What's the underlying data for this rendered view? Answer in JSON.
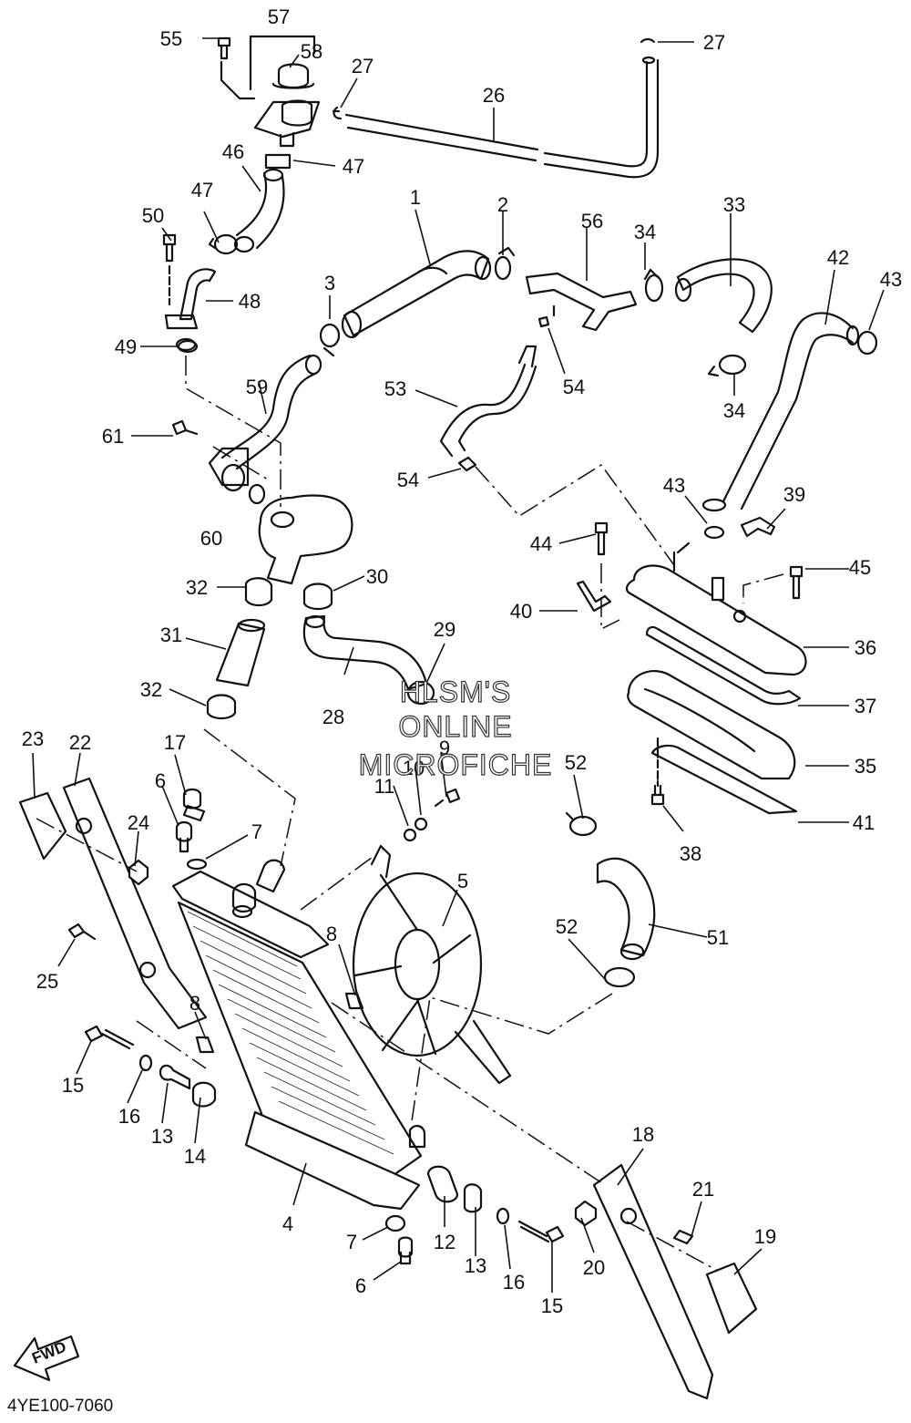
{
  "diagram_code": "4YE100-7060",
  "fwd_label": "FWD",
  "watermark": {
    "line1": "HLSM'S",
    "line2": "ONLINE",
    "line3": "MICROFICHE"
  },
  "callouts": {
    "n1": "1",
    "n2": "2",
    "n3": "3",
    "n4": "4",
    "n5": "5",
    "n6a": "6",
    "n6b": "6",
    "n7a": "7",
    "n7b": "7",
    "n8a": "8",
    "n8b": "8",
    "n9": "9",
    "n10": "10",
    "n11": "11",
    "n12": "12",
    "n13a": "13",
    "n13b": "13",
    "n14": "14",
    "n15a": "15",
    "n15b": "15",
    "n16a": "16",
    "n16b": "16",
    "n17": "17",
    "n18": "18",
    "n19": "19",
    "n20": "20",
    "n21": "21",
    "n22": "22",
    "n23": "23",
    "n24": "24",
    "n25": "25",
    "n26": "26",
    "n27a": "27",
    "n27b": "27",
    "n28": "28",
    "n29": "29",
    "n30": "30",
    "n31": "31",
    "n32a": "32",
    "n32b": "32",
    "n33": "33",
    "n34a": "34",
    "n34b": "34",
    "n35": "35",
    "n36": "36",
    "n37": "37",
    "n38": "38",
    "n39": "39",
    "n40": "40",
    "n41": "41",
    "n42": "42",
    "n43a": "43",
    "n43b": "43",
    "n44": "44",
    "n45": "45",
    "n46": "46",
    "n47a": "47",
    "n47b": "47",
    "n48": "48",
    "n49": "49",
    "n50": "50",
    "n51": "51",
    "n52a": "52",
    "n52b": "52",
    "n53": "53",
    "n54a": "54",
    "n54b": "54",
    "n55": "55",
    "n56": "56",
    "n57": "57",
    "n58": "58",
    "n59": "59",
    "n60": "60",
    "n61": "61"
  }
}
